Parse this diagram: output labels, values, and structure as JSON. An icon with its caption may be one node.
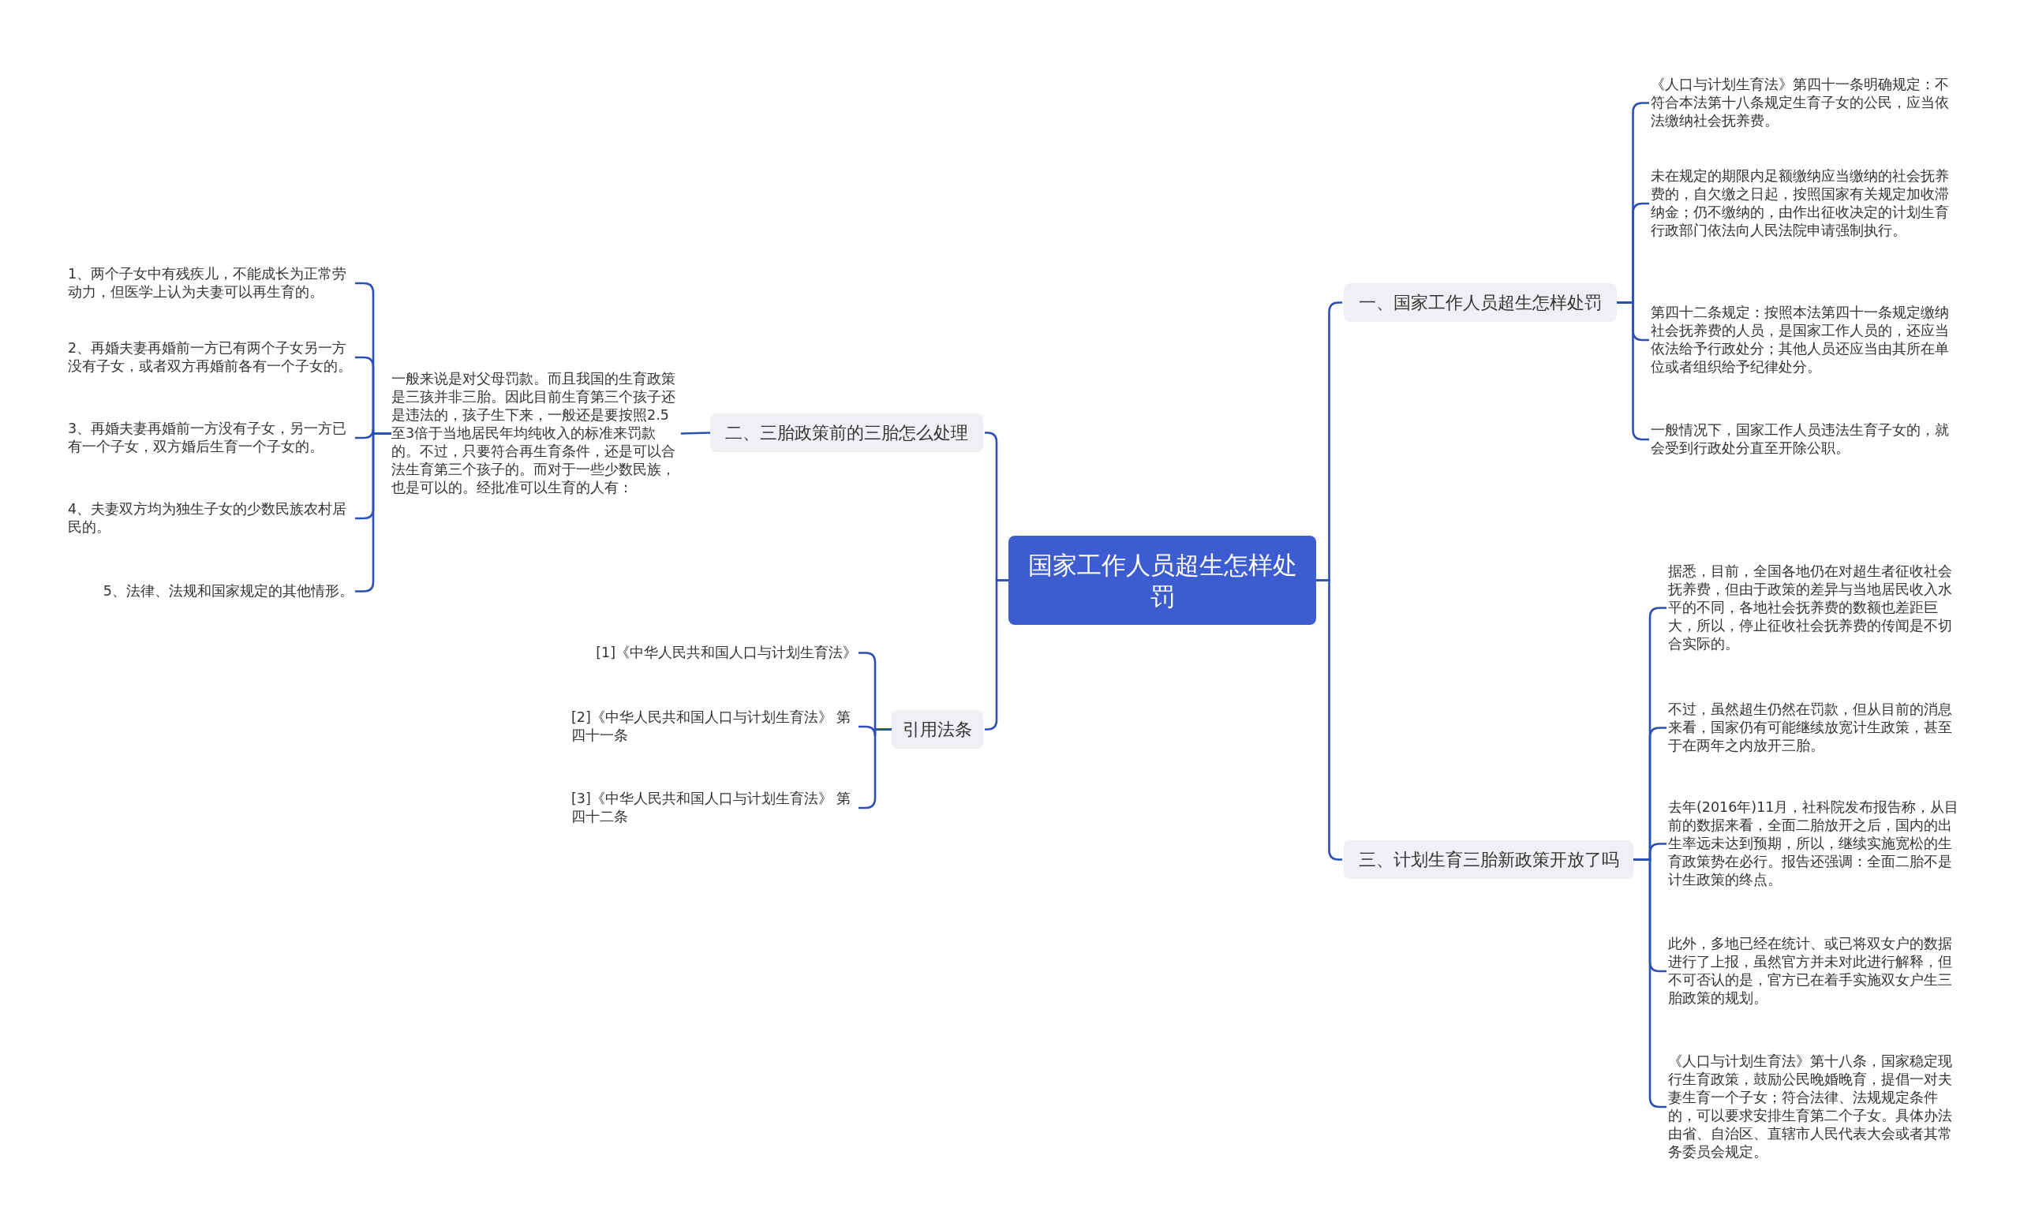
{
  "diagram": {
    "nodes": [
      {
        "text": [
          "国家工作人员超生怎样处罚"
        ]
      },
      {
        "text": [
          "一、国家工作人员超生怎样处罚"
        ]
      },
      {
        "text": [
          "《人口与计划生育法》第四十一条明确规定：不符合本法第十八条规定生育子女的公民，应当依法缴纳社会抚养费。"
        ]
      },
      {
        "text": [
          "未在规定的期限内足额缴纳应当缴纳的社会抚养费的，自欠缴之日起，按照国家有关规定加收滞纳金；仍不缴纳的，由作出征收决定的计划生育行政部门依法向人民法院申请强制执行。"
        ]
      },
      {
        "text": [
          "第四十二条规定：按照本法第四十一条规定缴纳社会抚养费的人员，是国家工作人员的，还应当依法给予行政处分；其他人员还应当由其所在单位或者组织给予纪律处分。"
        ]
      },
      {
        "text": [
          "一般情况下，国家工作人员违法生育子女的，就会受到行政处分直至开除公职。"
        ]
      },
      {
        "text": [
          "二、三胎政策前的三胎怎么处理"
        ]
      },
      {
        "text": [
          "一般来说是对父母罚款。而且我国的生育政策是三孩并非三胎。因此目前生育第三个孩子还是违法的，孩子生下来，一般还是要按照2.5至3倍于当地居民年均纯收入的标准来罚款的。不过，只要符合再生育条件，还是可以合法生育第三个孩子的。而对于一些少数民族，也是可以的。经批准可以生育的人有："
        ]
      },
      {
        "text": [
          "1、两个子女中有残疾儿，不能成长为正常劳动力，但医学上认为夫妻可以再生育的。"
        ]
      },
      {
        "text": [
          "2、再婚夫妻再婚前一方已有两个子女另一方没有子女，或者双方再婚前各有一个子女的。"
        ]
      },
      {
        "text": [
          "3、再婚夫妻再婚前一方没有子女，另一方已有一个子女，双方婚后生育一个子女的。"
        ]
      },
      {
        "text": [
          "4、夫妻双方均为独生子女的少数民族农村居民的。"
        ]
      },
      {
        "text": [
          "5、法律、法规和国家规定的其他情形。"
        ]
      },
      {
        "text": [
          "引用法条"
        ]
      },
      {
        "text": [
          "[1]《中华人民共和国人口与计划生育法》"
        ]
      },
      {
        "text": [
          "[2]《中华人民共和国人口与计划生育法》 第四十一条"
        ]
      },
      {
        "text": [
          "[3]《中华人民共和国人口与计划生育法》 第四十二条"
        ]
      },
      {
        "text": [
          "三、计划生育三胎新政策开放了吗"
        ]
      },
      {
        "text": [
          "据悉，目前，全国各地仍在对超生者征收社会抚养费，但由于政策的差异与当地居民收入水平的不同，各地社会抚养费的数额也差距巨大，所以，停止征收社会抚养费的传闻是不切合实际的。"
        ]
      },
      {
        "text": [
          "不过，虽然超生仍然在罚款，但从目前的消息来看，国家仍有可能继续放宽计生政策，甚至于在两年之内放开三胎。"
        ]
      },
      {
        "text": [
          "去年(2016年)11月，社科院发布报告称，从目前的数据来看，全面二胎放开之后，国内的出生率远未达到预期，所以，继续实施宽松的生育政策势在必行。报告还强调：全面二胎不是计生政策的终点。"
        ]
      },
      {
        "text": [
          "此外，多地已经在统计、或已将双女户的数据进行了上报，虽然官方并未对此进行解释，但不可否认的是，官方已在着手实施双女户生三胎政策的规划。"
        ]
      },
      {
        "text": [
          "《人口与计划生育法》第十八条，国家稳定现行生育政策，鼓励公民晚婚晚育，提倡一对夫妻生育一个子女；符合法律、法规规定条件的，可以要求安排生育第二个子女。具体办法由省、自治区、直辖市人民代表大会或者其常务委员会规定。"
        ]
      }
    ],
    "edges": [
      {
        "from": 0,
        "to": 1,
        "arrow": "none"
      },
      {
        "from": 1,
        "to": 2,
        "arrow": "none"
      },
      {
        "from": 1,
        "to": 3,
        "arrow": "none"
      },
      {
        "from": 1,
        "to": 4,
        "arrow": "none"
      },
      {
        "from": 1,
        "to": 5,
        "arrow": "none"
      },
      {
        "from": 0,
        "to": 6,
        "arrow": "none"
      },
      {
        "from": 6,
        "to": 7,
        "arrow": "none"
      },
      {
        "from": 7,
        "to": 8,
        "arrow": "none"
      },
      {
        "from": 7,
        "to": 9,
        "arrow": "none"
      },
      {
        "from": 7,
        "to": 10,
        "arrow": "none"
      },
      {
        "from": 7,
        "to": 11,
        "arrow": "none"
      },
      {
        "from": 7,
        "to": 12,
        "arrow": "none"
      },
      {
        "from": 0,
        "to": 13,
        "arrow": "none"
      },
      {
        "from": 13,
        "to": 14,
        "arrow": "none"
      },
      {
        "from": 13,
        "to": 15,
        "arrow": "none"
      },
      {
        "from": 13,
        "to": 16,
        "arrow": "none"
      },
      {
        "from": 0,
        "to": 17,
        "arrow": "none"
      },
      {
        "from": 17,
        "to": 18,
        "arrow": "none"
      },
      {
        "from": 17,
        "to": 19,
        "arrow": "none"
      },
      {
        "from": 17,
        "to": 20,
        "arrow": "none"
      },
      {
        "from": 17,
        "to": 21,
        "arrow": "none"
      },
      {
        "from": 17,
        "to": 22,
        "arrow": "none"
      }
    ]
  }
}
